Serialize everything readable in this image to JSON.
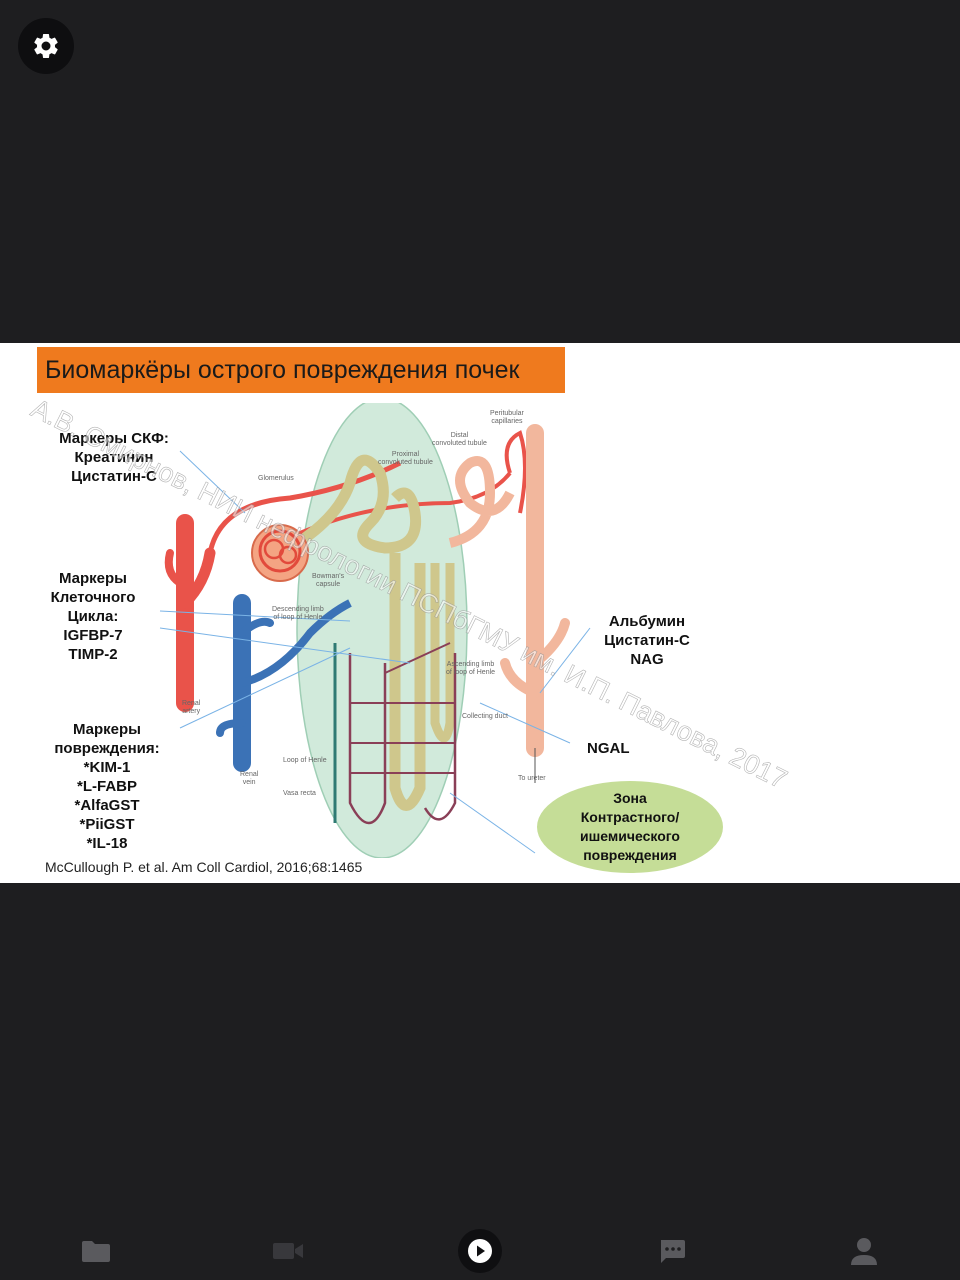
{
  "toolbar": {
    "settings_icon": "gear-icon"
  },
  "slide": {
    "title": "Биомаркёры острого повреждения почек",
    "gfr_markers": [
      "Маркеры СКФ:",
      "Креатинин",
      "Цистатин-С"
    ],
    "cell_cycle_markers": [
      "Маркеры",
      "Клеточного",
      "Цикла:",
      "IGFBP-7",
      "TIMP-2"
    ],
    "injury_markers": [
      "Маркеры",
      "повреждения:",
      "*KIM-1",
      "*L-FABP",
      "*AlfaGST",
      "*PiiGST",
      "*IL-18"
    ],
    "right_markers": [
      "Альбумин",
      "Цистатин-С",
      "NAG"
    ],
    "ngal": "NGAL",
    "zone": [
      "Зона",
      "Контрастного/",
      "ишемического",
      "повреждения"
    ],
    "citation": "McCullough P. et al. Am Coll Cardiol, 2016;68:1465",
    "watermark": "А.В. Смирнов, НИИ нефрологии ПСПбГМУ им. И.П. Павлова, 2017",
    "diagram_labels": {
      "peritubular": [
        "Peritubular",
        "capillaries"
      ],
      "distal": [
        "Distal",
        "convoluted tubule"
      ],
      "proximal": [
        "Proximal",
        "convoluted tubule"
      ],
      "glomerulus": "Glomerulus",
      "bowman": [
        "Bowman's",
        "capsule"
      ],
      "descending": [
        "Descending limb",
        "of loop of Henle"
      ],
      "ascending": [
        "Ascending limb",
        "of loop of Henle"
      ],
      "renal_artery": [
        "Renal",
        "artery"
      ],
      "renal_vein": [
        "Renal",
        "vein"
      ],
      "collecting": "Collecting duct",
      "loop": "Loop of Henle",
      "vasa": "Vasa recta",
      "ureter": "To ureter"
    }
  },
  "nav": {
    "items": [
      {
        "icon": "folder-icon"
      },
      {
        "icon": "video-camera-icon"
      },
      {
        "icon": "play-icon"
      },
      {
        "icon": "chat-icon"
      },
      {
        "icon": "person-icon"
      }
    ]
  }
}
